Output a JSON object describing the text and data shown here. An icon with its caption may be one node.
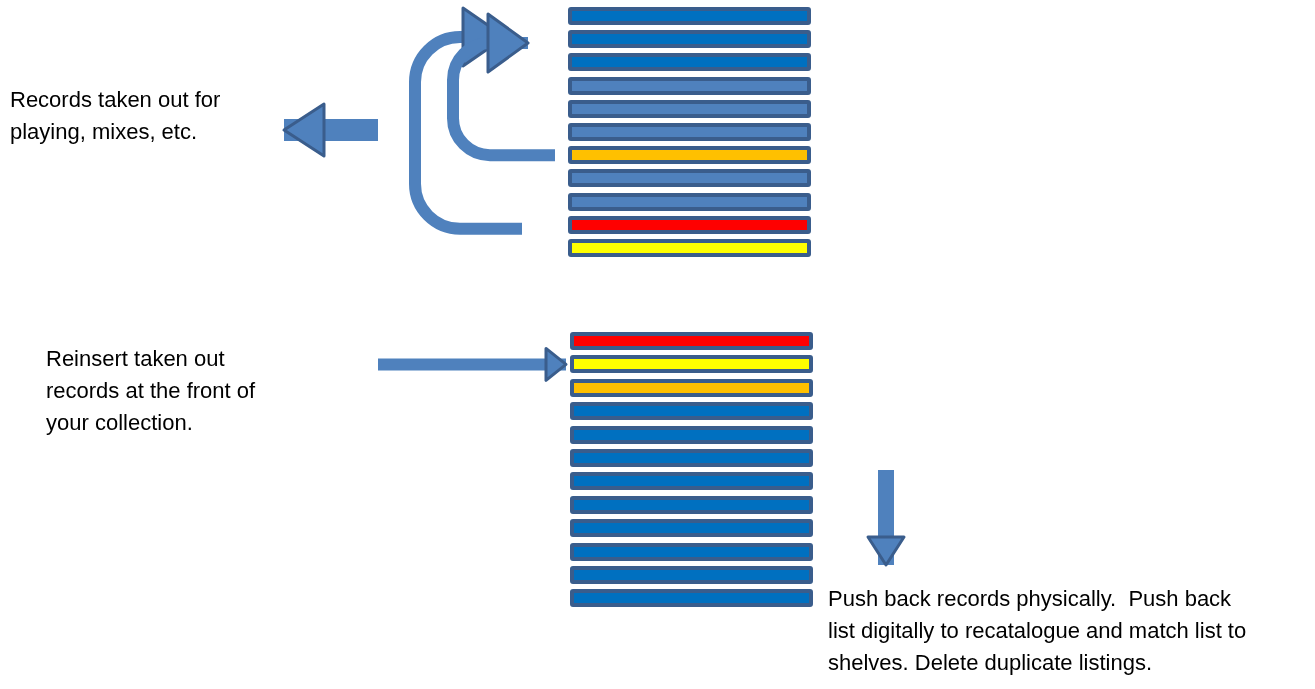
{
  "diagram": {
    "nodes": [
      {
        "text": [
          "Records taken out for playing, mixes, etc."
        ]
      },
      {
        "text": [],
        "shape": "bar"
      },
      {
        "text": [],
        "shape": "bar"
      },
      {
        "text": [],
        "shape": "bar"
      },
      {
        "text": [],
        "shape": "bar"
      },
      {
        "text": [],
        "shape": "bar"
      },
      {
        "text": [],
        "shape": "bar"
      },
      {
        "text": [],
        "shape": "bar"
      },
      {
        "text": [],
        "shape": "bar"
      },
      {
        "text": [],
        "shape": "bar"
      },
      {
        "text": [],
        "shape": "bar"
      },
      {
        "text": [],
        "shape": "bar"
      },
      {
        "text": [
          "Reinsert taken out records at the front of your collection."
        ]
      },
      {
        "text": [],
        "shape": "bar"
      },
      {
        "text": [],
        "shape": "bar"
      },
      {
        "text": [],
        "shape": "bar"
      },
      {
        "text": [],
        "shape": "bar"
      },
      {
        "text": [],
        "shape": "bar"
      },
      {
        "text": [],
        "shape": "bar"
      },
      {
        "text": [],
        "shape": "bar"
      },
      {
        "text": [],
        "shape": "bar"
      },
      {
        "text": [],
        "shape": "bar"
      },
      {
        "text": [],
        "shape": "bar"
      },
      {
        "text": [],
        "shape": "bar"
      },
      {
        "text": [],
        "shape": "bar"
      },
      {
        "text": [
          "Push back records physically.  Push back list digitally to recatalogue and match list to shelves. Delete duplicate listings."
        ]
      }
    ],
    "edges": [
      {
        "from": null,
        "to": 0,
        "arrow": "to",
        "style": "thick"
      },
      {
        "from": 10,
        "to": 1,
        "arrow": "to"
      },
      {
        "from": 7,
        "to": 1,
        "arrow": "to"
      },
      {
        "from": null,
        "to": 14,
        "arrow": "to"
      },
      {
        "from": null,
        "to": 25,
        "arrow": "to"
      }
    ]
  }
}
